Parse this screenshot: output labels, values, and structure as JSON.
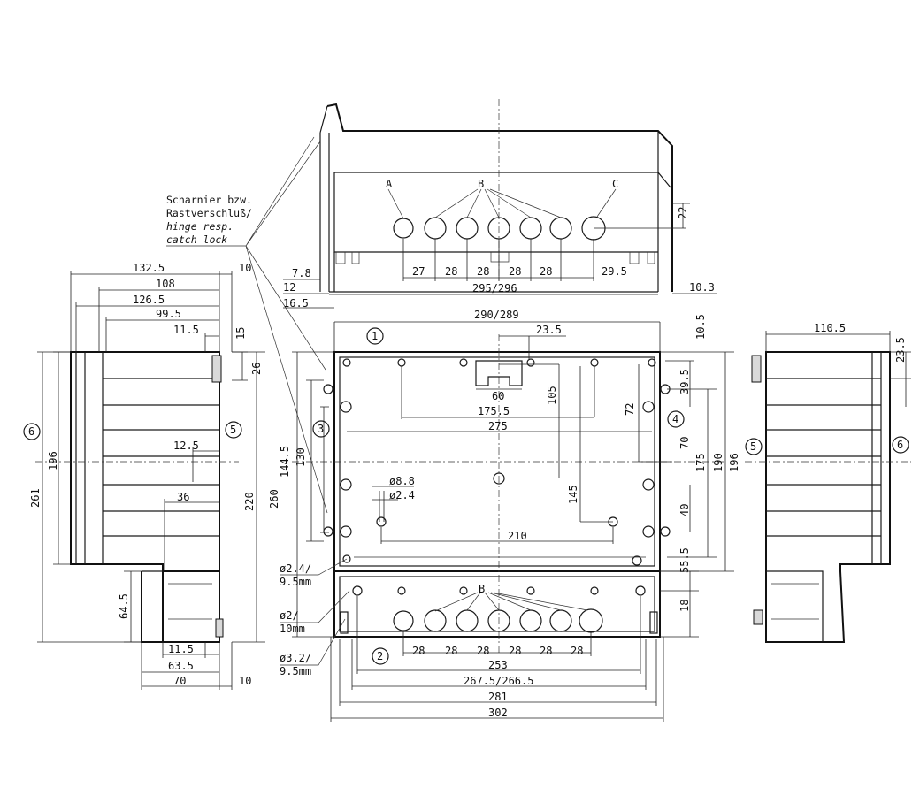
{
  "note": {
    "line1": "Scharnier bzw.",
    "line2": "Rastverschluß/",
    "line3": "hinge resp.",
    "line4": "catch lock"
  },
  "markers": {
    "A": "A",
    "B": "B",
    "C": "C"
  },
  "circled": {
    "c1": "1",
    "c2": "2",
    "c3": "3",
    "c4": "4",
    "c5": "5",
    "c6": "6"
  },
  "top_view": {
    "h22": "22",
    "p27": "27",
    "p28a": "28",
    "p28b": "28",
    "p28c": "28",
    "p28d": "28",
    "p29_5": "29.5",
    "w295": "295/296",
    "d7_8": "7.8",
    "d12": "12",
    "d16_5": "16.5",
    "d10_3": "10.3"
  },
  "front_view": {
    "w290": "290/289",
    "d10_5": "10.5",
    "d23_5": "23.5",
    "d60": "60",
    "d105": "105",
    "d175_5": "175.5",
    "d275": "275",
    "d72": "72",
    "d39_5": "39.5",
    "d70": "70",
    "d175": "175",
    "d190": "190",
    "d196": "196",
    "d144_5": "144.5",
    "d130": "130",
    "d260": "260",
    "phi8_8": "ø8.8",
    "phi2_4": "ø2.4",
    "d145": "145",
    "d210": "210",
    "d40": "40",
    "d55_5": "55.5",
    "d18": "18",
    "bp1": "28",
    "bp2": "28",
    "bp3": "28",
    "bp4": "28",
    "bp5": "28",
    "bp6": "28",
    "w253": "253",
    "w267": "267.5/266.5",
    "w281": "281",
    "w302": "302",
    "h1a": "ø2.4/",
    "h1b": "9.5mm",
    "h2a": "ø2/",
    "h2b": "10mm",
    "h3a": "ø3.2/",
    "h3b": "9.5mm"
  },
  "left_view": {
    "d132_5": "132.5",
    "d10": "10",
    "d108": "108",
    "d126_5": "126.5",
    "d99_5": "99.5",
    "d11_5": "11.5",
    "d15": "15",
    "d26": "26",
    "d196": "196",
    "d261": "261",
    "d12_5": "12.5",
    "d36": "36",
    "d220": "220",
    "d64_5": "64.5",
    "b11_5": "11.5",
    "d63_5": "63.5",
    "d70": "70",
    "b10": "10"
  },
  "right_view": {
    "d110_5": "110.5",
    "d23_5": "23.5"
  }
}
